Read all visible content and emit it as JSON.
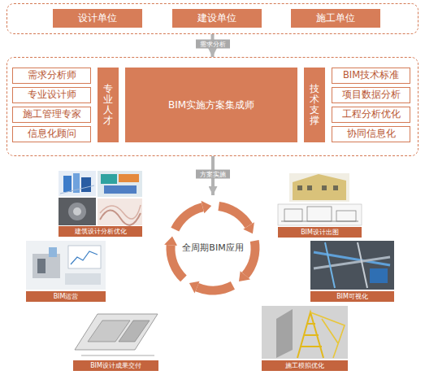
{
  "diagram": {
    "nodes": [
      {
        "text": []
      },
      {
        "text": [
          "设计单位"
        ],
        "in": 0
      },
      {
        "text": [
          "建设单位"
        ],
        "in": 0
      },
      {
        "text": [
          "施工单位"
        ],
        "in": 0
      },
      {
        "text": []
      },
      {
        "text": [
          "需求分析师"
        ],
        "in": 4
      },
      {
        "text": [
          "专业设计师"
        ],
        "in": 4
      },
      {
        "text": [
          "施工管理专家"
        ],
        "in": 4
      },
      {
        "text": [
          "信息化顾问"
        ],
        "in": 4
      },
      {
        "text": [
          "专业人才"
        ],
        "in": 4
      },
      {
        "text": [
          "BIM实施方案集成师"
        ],
        "in": 4
      },
      {
        "text": [
          "技术支撑"
        ],
        "in": 4
      },
      {
        "text": [
          "BIM技术标准"
        ],
        "in": 4
      },
      {
        "text": [
          "项目数据分析"
        ],
        "in": 4
      },
      {
        "text": [
          "工程分析优化"
        ],
        "in": 4
      },
      {
        "text": [
          "协同信息化"
        ],
        "in": 4
      },
      {
        "text": [
          "全周期BIM应用"
        ]
      },
      {
        "text": [
          "建筑设计分析优化"
        ]
      },
      {
        "text": [
          "BIM设计出图"
        ]
      },
      {
        "text": [
          "BIM运营"
        ]
      },
      {
        "text": [
          "BIM可视化"
        ]
      },
      {
        "text": [
          "BIM设计成果交付"
        ]
      },
      {
        "text": [
          "施工模拟优化"
        ]
      }
    ],
    "edges": [
      {
        "from": 0,
        "to": 4,
        "label": "需求分析",
        "arrow": "to"
      },
      {
        "from": 4,
        "to": 16,
        "label": "方案实施",
        "arrow": "to"
      }
    ]
  }
}
